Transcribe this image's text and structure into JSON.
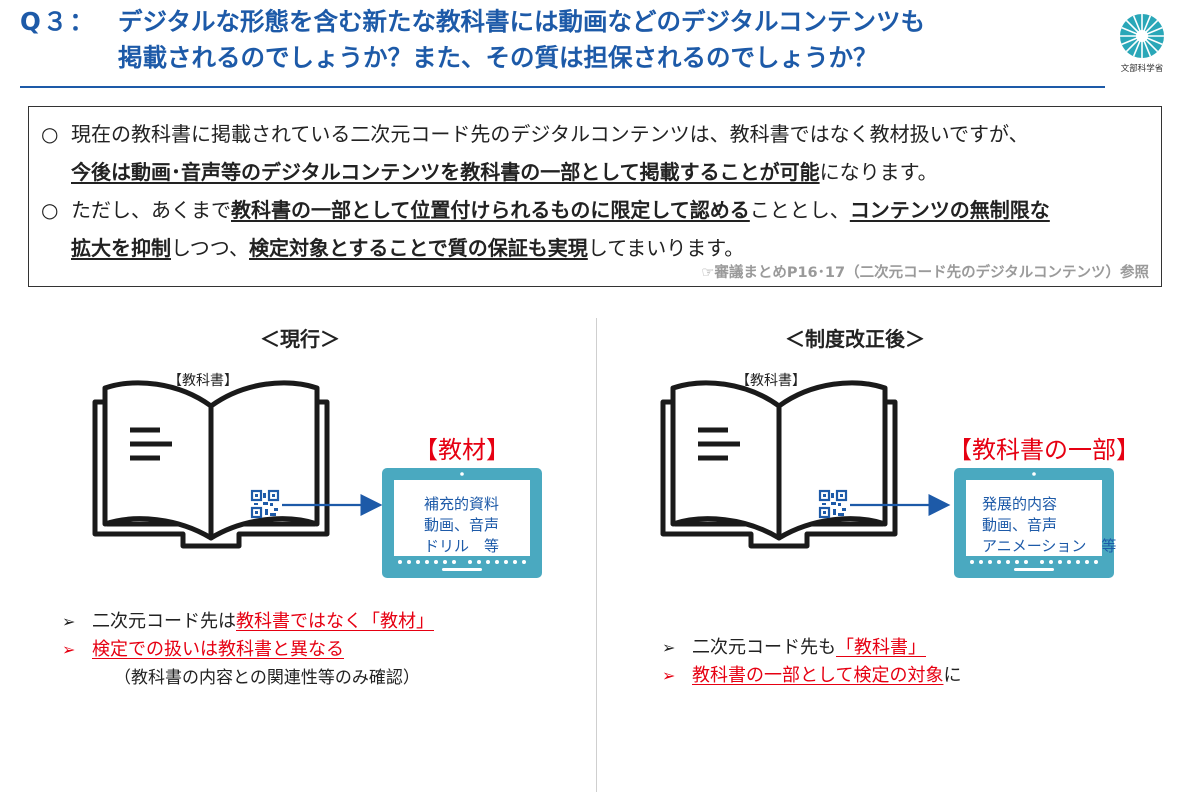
{
  "title": {
    "q_label": "Q３：",
    "line1": "デジタルな形態を含む新たな教科書には動画などのデジタルコンテンツも",
    "line2": "掲載されるのでしょうか？また、その質は担保されるのでしょうか？"
  },
  "logo": {
    "text": "文部科学省"
  },
  "summary": {
    "p1": {
      "marker": "○",
      "text_a": "現在の教科書に掲載されている二次元コード先のデジタルコンテンツは、教科書ではなく教材扱いですが、",
      "bold_1": "今後は動画･音声等のデジタルコンテンツを教科書の一部として掲載することが可能",
      "text_b": "になります。"
    },
    "p2": {
      "marker": "○",
      "text_a": "ただし、あくまで",
      "bold_1": "教科書の一部として位置付けられるものに限定して認める",
      "text_b": "こととし、",
      "bold_2": "コンテンツの無制限な",
      "bold_3": "拡大を抑制",
      "text_c": "しつつ、",
      "bold_4": "検定対象とすることで質の保証も実現",
      "text_d": "してまいります。"
    },
    "reference": "☞審議まとめP16･17（二次元コード先のデジタルコンテンツ）参照"
  },
  "left": {
    "heading": "＜現行＞",
    "book_label": "【教科書】",
    "tag": "【教材】",
    "tablet_lines": [
      "補充的資料",
      "動画、音声",
      "ドリル　等"
    ],
    "bullet1_a": "二次元コード先は",
    "bullet1_red": "教科書ではなく「教材」",
    "bullet2_red": "検定での扱いは教科書と異なる",
    "bullet2_sub": "（教科書の内容との関連性等のみ確認）"
  },
  "right": {
    "heading": "＜制度改正後＞",
    "book_label": "【教科書】",
    "tag": "【教科書の一部】",
    "tablet_lines": [
      "発展的内容",
      "動画、音声",
      "アニメーション　等"
    ],
    "bullet1_a": "二次元コード先も",
    "bullet1_red": "「教科書」",
    "bullet2_red": "教科書の一部として検定の対象",
    "bullet2_b": "に"
  },
  "icons": {
    "book": "open-book-icon",
    "qr": "qr-code-icon",
    "tablet": "tablet-icon",
    "arrow": "right-arrow-icon",
    "bullet": "arrow-bullet-icon"
  },
  "colors": {
    "title_blue": "#1d5aa8",
    "accent_red": "#e60012",
    "tablet_teal": "#4aa9c0",
    "logo_teal": "#2aa7b8"
  }
}
